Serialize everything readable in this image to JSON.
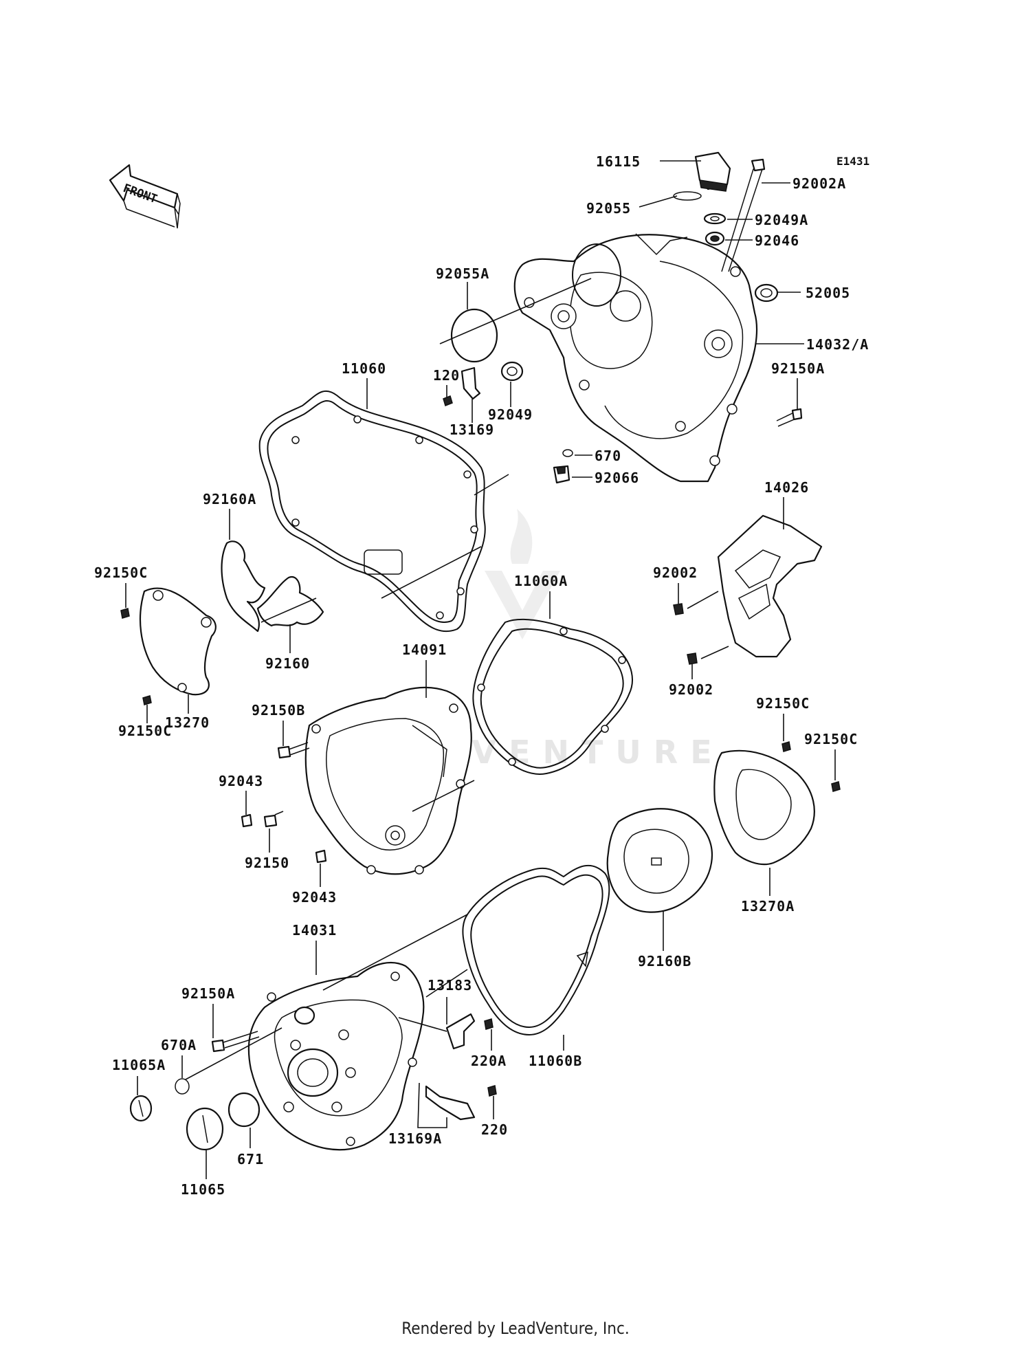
{
  "diagram": {
    "code": "E1431",
    "front_label": "FRONT",
    "watermark": "LEADVENTURE",
    "footer": "Rendered by LeadVenture, Inc.",
    "labels": {
      "p16115": "16115",
      "p92002A": "92002A",
      "p92055": "92055",
      "p92049A": "92049A",
      "p92046": "92046",
      "p52005": "52005",
      "p14032A": "14032/A",
      "p92150A_top": "92150A",
      "p92055A": "92055A",
      "p120": "120",
      "p13169": "13169",
      "p92049": "92049",
      "p670": "670",
      "p92066": "92066",
      "p11060": "11060",
      "p92160A": "92160A",
      "p92160": "92160",
      "p92150C_left_top": "92150C",
      "p92150C_left_bot": "92150C",
      "p13270": "13270",
      "p14026": "14026",
      "p92002_top": "92002",
      "p92002_bot": "92002",
      "p11060A": "11060A",
      "p14091": "14091",
      "p92150B": "92150B",
      "p92043_top": "92043",
      "p92043_bot": "92043",
      "p92150": "92150",
      "p92150C_right_top": "92150C",
      "p92150C_right_bot": "92150C",
      "p13270A": "13270A",
      "p92160B": "92160B",
      "p14031": "14031",
      "p13183": "13183",
      "p92150A_bot": "92150A",
      "p670A": "670A",
      "p11065A": "11065A",
      "p220A": "220A",
      "p11060B": "11060B",
      "p220": "220",
      "p13169A": "13169A",
      "p671": "671",
      "p11065": "11065"
    }
  }
}
